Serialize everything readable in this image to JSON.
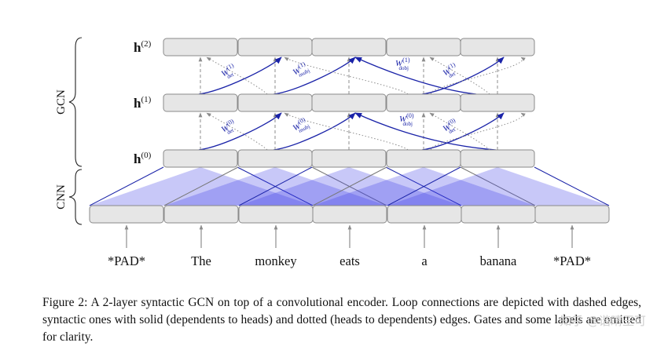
{
  "diagram": {
    "group_labels": {
      "gcn": "GCN",
      "cnn": "CNN"
    },
    "layer_labels": [
      {
        "base": "h",
        "sup": "(2)"
      },
      {
        "base": "h",
        "sup": "(1)"
      },
      {
        "base": "h",
        "sup": "(0)"
      }
    ],
    "tokens": [
      "*PAD*",
      "The",
      "monkey",
      "eats",
      "a",
      "banana",
      "*PAD*"
    ],
    "edge_labels_layer1": [
      {
        "w": "W",
        "sup": "(1)",
        "sub": "det"
      },
      {
        "w": "W",
        "sup": "(1)",
        "sub": "nsubj"
      },
      {
        "w": "W",
        "sup": "(1)",
        "sub": "dobj"
      },
      {
        "w": "W",
        "sup": "(1)",
        "sub": "det"
      }
    ],
    "edge_labels_layer0": [
      {
        "w": "W",
        "sup": "(0)",
        "sub": "det"
      },
      {
        "w": "W",
        "sup": "(0)",
        "sub": "nsubj"
      },
      {
        "w": "W",
        "sup": "(0)",
        "sub": "dobj"
      },
      {
        "w": "W",
        "sup": "(0)",
        "sub": "det"
      }
    ],
    "colors": {
      "accent": "#1a23a8",
      "box_fill": "#e6e6e6",
      "box_stroke": "#8a8a8a",
      "dashed": "#8c8c8c",
      "triangle": "#3a3ae6"
    }
  },
  "caption": {
    "text": "Figure 2: A 2-layer syntactic GCN on top of a convolutional encoder. Loop connections are depicted with dashed edges, syntactic ones with solid (dependents to heads) and dotted (heads to dependents) edges. Gates and some labels are omitted for clarity."
  },
  "watermark": "知乎 @谐睛王可"
}
